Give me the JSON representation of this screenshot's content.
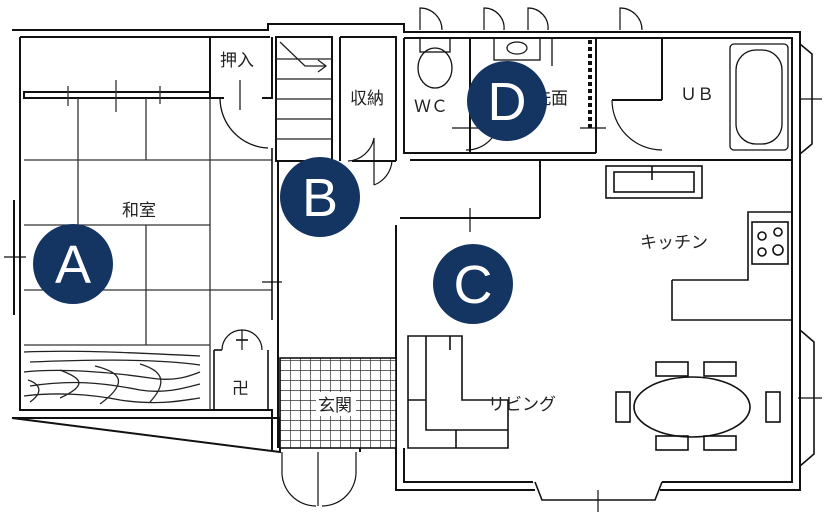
{
  "rooms": {
    "washitsu": "和室",
    "oshiire": "押入",
    "shuno": "収納",
    "wc": "ＷＣ",
    "senmen": "洗面",
    "ub": "ＵＢ",
    "kitchen": "キッチン",
    "living": "リビング",
    "genkan": "玄関",
    "storage_symbol": "卍"
  },
  "markers": [
    {
      "id": "A",
      "label": "A"
    },
    {
      "id": "B",
      "label": "B"
    },
    {
      "id": "C",
      "label": "C"
    },
    {
      "id": "D",
      "label": "D"
    }
  ],
  "colors": {
    "marker_fill": "#143461",
    "marker_text": "#ffffff",
    "wall": "#111111",
    "line": "#333333"
  }
}
